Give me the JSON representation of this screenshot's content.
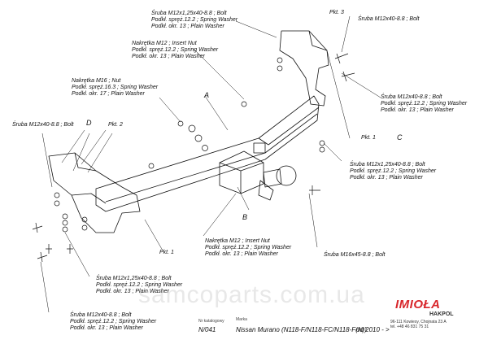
{
  "labels": {
    "bolt_top_m12x125": [
      "Śruba M12x1,25x40-8.8 ;  Bolt",
      "Podkł. spręż.12.2 ; Spring Washer",
      "Podkł. okr. 13 ; Plain Washer"
    ],
    "pkt3": "Pkt. 3",
    "bolt_top_right": "Śruba M12x40-8.8 ;  Bolt",
    "nut_m12_top": [
      "Nakrętka  M12 ; Insert Nut",
      "Podkł. spręż.12.2 ; Spring Washer",
      "Podkł. okr. 13 ; Plain Washer"
    ],
    "nut_m16": [
      "Nakrętka  M16 ; Nut",
      "Podkł. spręż.16.3 ; Spring Washer",
      "Podkł. okr. 17 ; Plain Washer"
    ],
    "letter_a": "A",
    "bolt_right_m12x40": [
      "Śruba M12x40-8.8 ;  Bolt",
      "Podkł. spręż.12.2 ; Spring Washer",
      "Podkł. okr. 13 ; Plain Washer"
    ],
    "bolt_left": "Śruba M12x40-8.8 ;  Bolt",
    "letter_d": "D",
    "pkt2": "Pkt. 2",
    "pkt1_right": "Pkt. 1",
    "letter_c": "C",
    "bolt_right_m12x125": [
      "Śruba M12x1,25x40-8.8 ;  Bolt",
      "Podkł. spręż.12.2 ; Spring Washer",
      "Podkł. okr. 13 ; Plain Washer"
    ],
    "letter_b": "B",
    "nut_m12_bottom": [
      "Nakrętka  M12 ; Insert Nut",
      "Podkł. spręż.12.2 ; Spring Washer",
      "Podkł. okr. 13 ; Plain Washer"
    ],
    "pkt1_left": "Pkt. 1",
    "bolt_m16x45": "Śruba M16x45-8.8 ;  Bolt",
    "bolt_bottom_m12x125": [
      "Śruba M12x1,25x40-8.8 ;  Bolt",
      "Podkł. spręż.12.2 ; Spring Washer",
      "Podkł. okr. 13 ; Plain Washer"
    ],
    "bolt_bottom_m12x40": [
      "Śruba M12x40-8.8 ;  Bolt",
      "Podkł. spręż.12.2 ; Spring Washer",
      "Podkł. okr. 13 ; Plain Washer"
    ]
  },
  "footer": {
    "catalog_caption": "Nr katalogowy",
    "catalog_number": "N/041",
    "make_caption": "Marka",
    "vehicle": "Nissan Murano (N118-F/N118-FC/N118-F(N))",
    "year": "od 2010 - >"
  },
  "brand": {
    "name": "IMIOŁA",
    "sub": "HAKPOL",
    "address": "96-111 Kowiesy, Chojnata 23 A",
    "phone": "tel. +48 46 831 75 31",
    "accent_color": "#d8262b"
  },
  "watermark": "samcoparts.com.ua"
}
